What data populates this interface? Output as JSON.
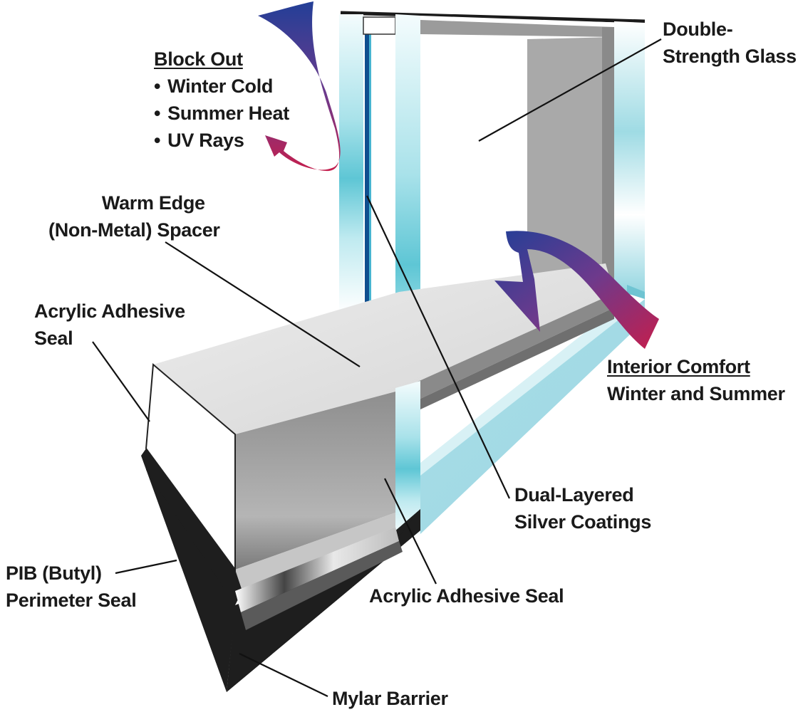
{
  "labels": {
    "block_out": {
      "title": "Block Out",
      "items": [
        "Winter Cold",
        "Summer Heat",
        "UV Rays"
      ]
    },
    "double_strength_glass": [
      "Double-",
      "Strength Glass"
    ],
    "warm_edge_spacer": [
      "Warm Edge",
      "(Non-Metal) Spacer"
    ],
    "acrylic_adhesive_seal_left": [
      "Acrylic Adhesive",
      "Seal"
    ],
    "interior_comfort": [
      "Interior Comfort",
      "Winter and Summer"
    ],
    "dual_layered_silver_coatings": [
      "Dual-Layered",
      "Silver Coatings"
    ],
    "pib_perimeter_seal": [
      "PIB (Butyl)",
      "Perimeter Seal"
    ],
    "acrylic_adhesive_seal_bottom": "Acrylic Adhesive Seal",
    "mylar_barrier": "Mylar Barrier"
  },
  "colors": {
    "glass_edge": "#7fd3e0",
    "glass_inner": "#e8f8fb",
    "spacer_top": "#e6e6e6",
    "spacer_side": "#9a9a9a",
    "perimeter_seal": "#1e1e1e",
    "arrow_blue": "#233f97",
    "arrow_red": "#c41e4d",
    "leader_line": "#111111",
    "text": "#1a1a1a"
  },
  "icons": {
    "outside_arrow": "curved-arrow-icon",
    "inside_arrow": "curved-arrow-icon"
  }
}
